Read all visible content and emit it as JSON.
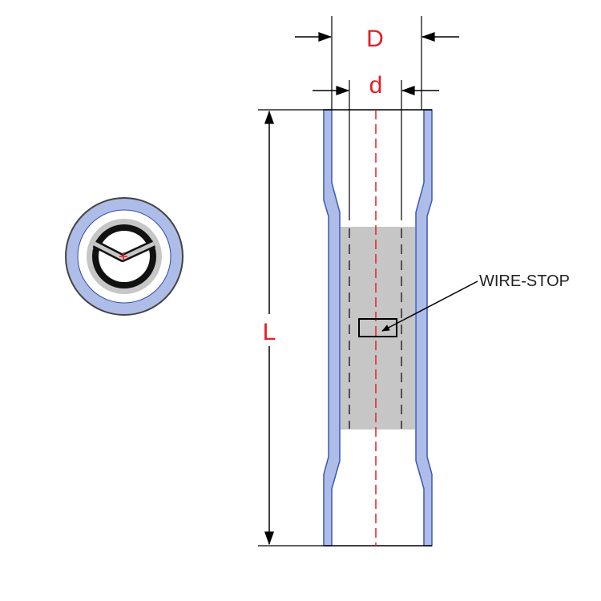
{
  "labels": {
    "outer_diameter": "D",
    "inner_diameter": "d",
    "length": "L",
    "wire_stop": "WIRE-STOP"
  },
  "colors": {
    "insulation": "#aebde8",
    "insulation_edge": "#3a57b8",
    "metal_sleeve": "#c6c6c6",
    "dimension_text": "#e41e26",
    "centerline": "#e41e26",
    "line": "#000000"
  }
}
